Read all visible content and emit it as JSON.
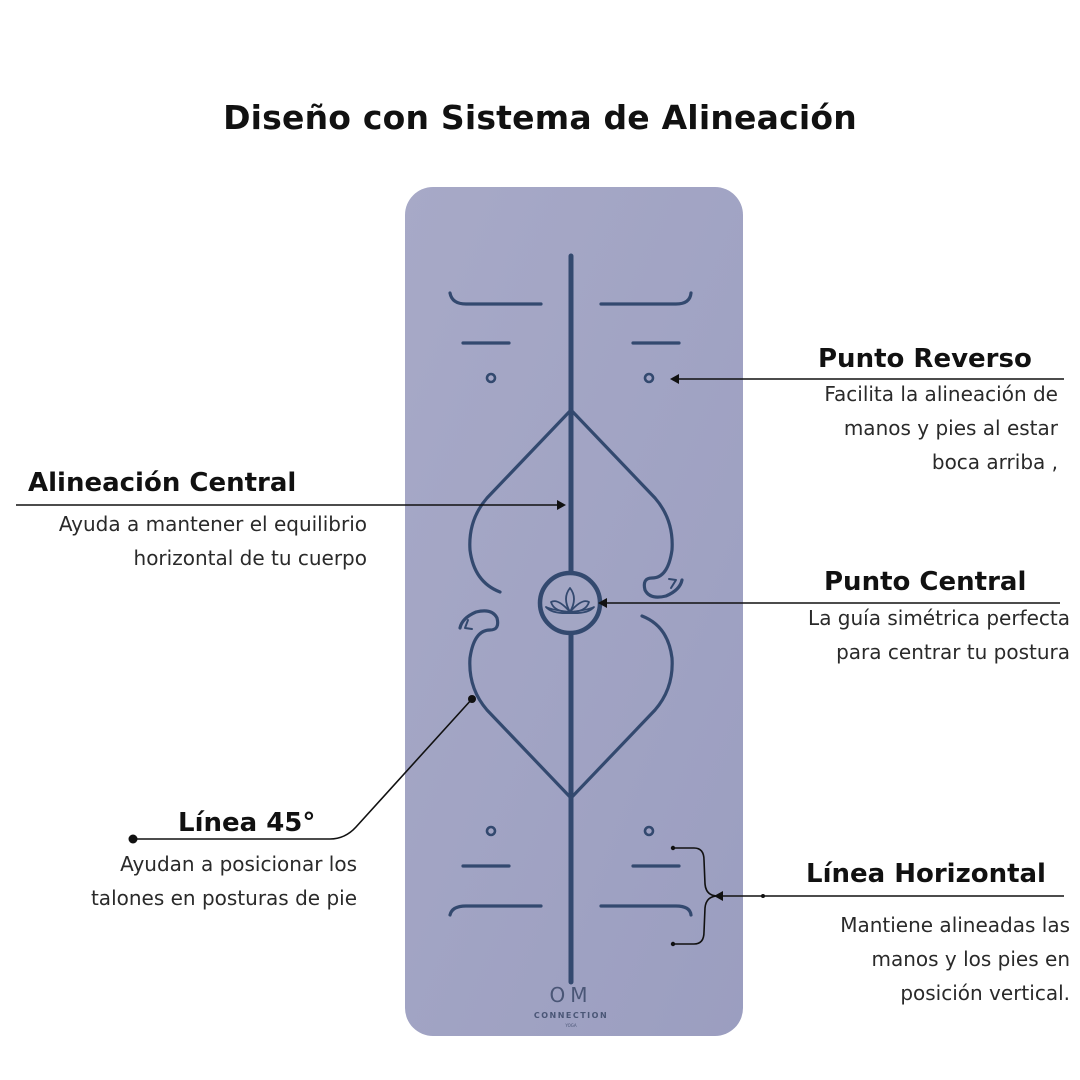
{
  "title": "Diseño con Sistema de Alineación",
  "brand": {
    "name": "OM",
    "sub": "CONNECTION",
    "tiny": "YOGA"
  },
  "colors": {
    "mat": "#a3a6c4",
    "lines": "#33496f",
    "text": "#111111"
  },
  "annotations": {
    "punto_reverso": {
      "heading": "Punto Reverso",
      "lines": [
        "Facilita la alineación de",
        "manos y pies al estar",
        "boca arriba ,"
      ]
    },
    "alineacion_central": {
      "heading": "Alineación  Central",
      "lines": [
        "Ayuda a  mantener el equilibrio",
        "horizontal de tu cuerpo"
      ]
    },
    "punto_central": {
      "heading": "Punto Central",
      "lines": [
        "La guía simétrica perfecta",
        "para centrar tu postura"
      ]
    },
    "linea_45": {
      "heading": "Línea 45°",
      "lines": [
        "Ayudan a posicionar los",
        "talones en posturas de pie"
      ]
    },
    "linea_horizontal": {
      "heading": "Línea Horizontal",
      "lines": [
        "Mantiene alineadas las",
        "manos y los pies en",
        "posición vertical."
      ]
    }
  }
}
